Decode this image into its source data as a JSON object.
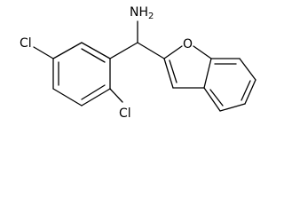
{
  "molecule": {
    "atoms": {
      "amine": {
        "symbol": "NH",
        "subscript": "2"
      },
      "chlorine_left": "Cl",
      "chlorine_bottom": "Cl",
      "oxygen": "O"
    }
  }
}
